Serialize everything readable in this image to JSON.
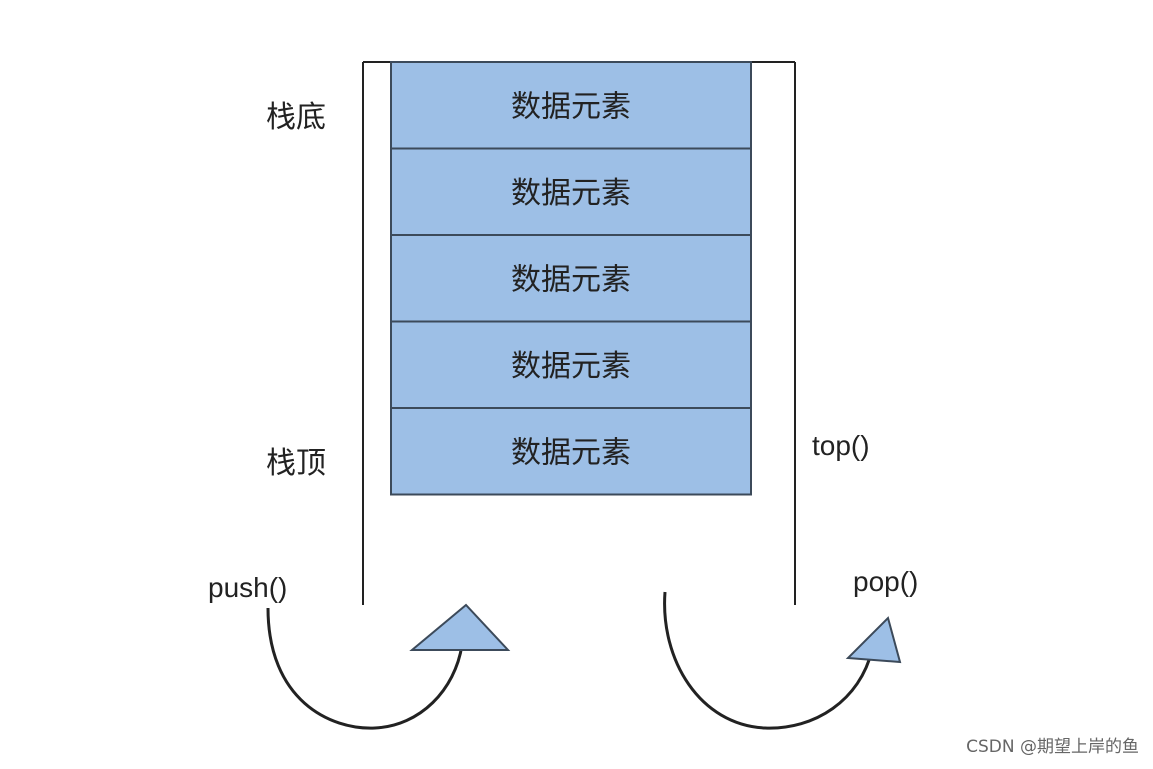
{
  "labels": {
    "stack_bottom": "栈底",
    "stack_top": "栈顶",
    "push": "push()",
    "top": "top()",
    "pop": "pop()"
  },
  "stack": {
    "elements": [
      "数据元素",
      "数据元素",
      "数据元素",
      "数据元素",
      "数据元素"
    ]
  },
  "watermark": "CSDN @期望上岸的鱼",
  "colors": {
    "cell_fill": "#9dbfe6",
    "cell_stroke": "#3c4a5a",
    "wall": "#222222",
    "arrow_fill": "#9dbfe6"
  }
}
